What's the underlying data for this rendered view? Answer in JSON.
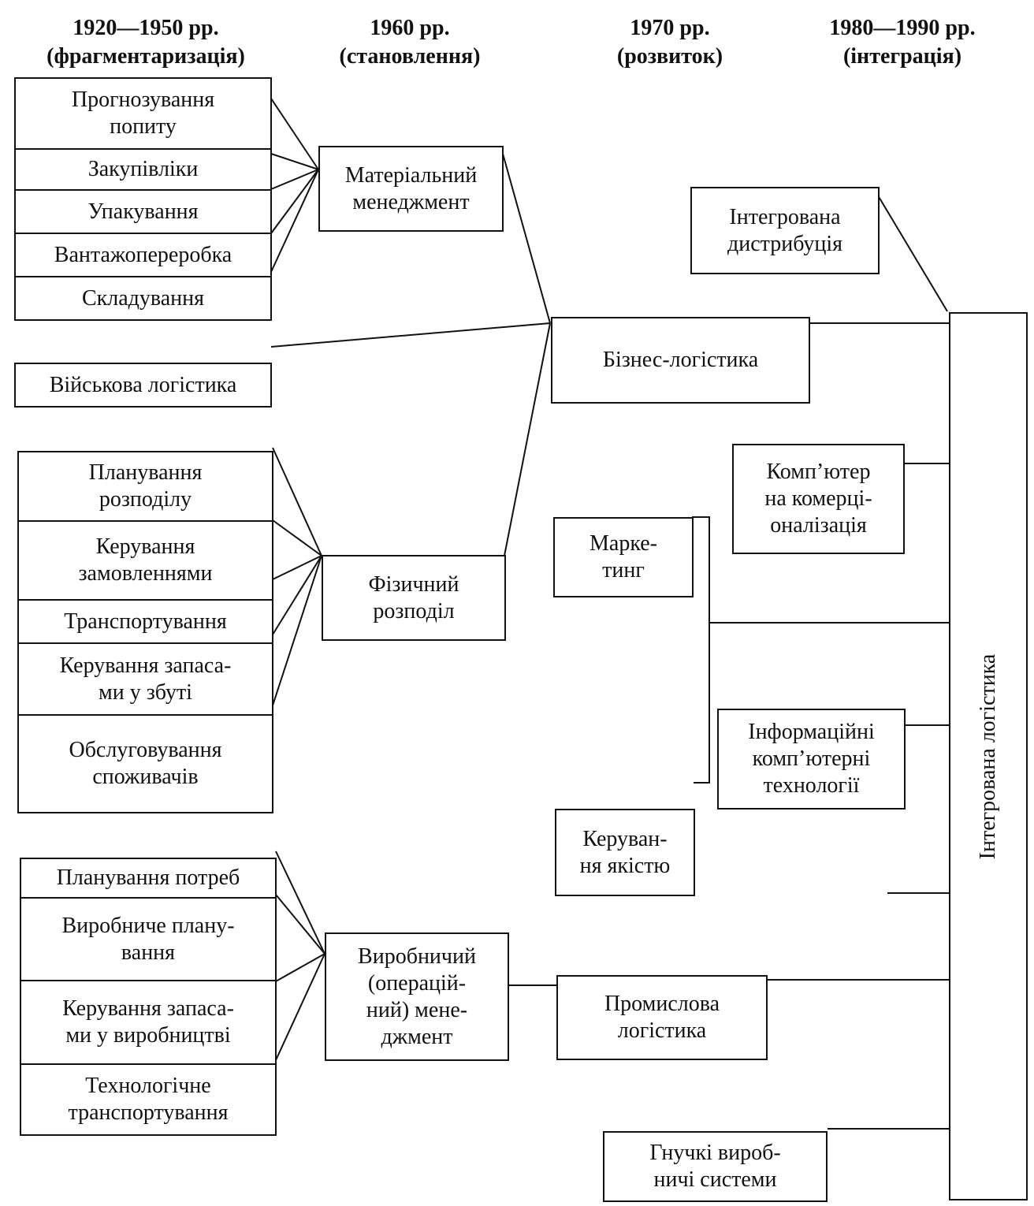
{
  "headers": [
    {
      "period": "1920—1950 рр.",
      "phase": "(фрагментаризація)"
    },
    {
      "period": "1960 рр.",
      "phase": "(становлення)"
    },
    {
      "period": "1970 рр.",
      "phase": "(розвиток)"
    },
    {
      "period": "1980—1990 рр.",
      "phase": "(інтеграція)"
    }
  ],
  "col1": {
    "group1": [
      "Прогнозування\nпопиту",
      "Закупівліки",
      "Упакування",
      "Вантажопереробка",
      "Складування"
    ],
    "military": "Військова логістика",
    "group2": [
      "Планування\nрозподілу",
      "Керування\nзамовленнями",
      "Транспортування",
      "Керування запаса-\nми у збуті",
      "Обслуговування\nспоживачів"
    ],
    "group3": [
      "Планування потреб",
      "Виробниче плану-\nвання",
      "Керування запаса-\nми у виробництві",
      "Технологічне\nтранспортування"
    ]
  },
  "col2": {
    "material": "Матеріальний\nменеджмент",
    "physical": "Фізичний\nрозподіл",
    "production": "Виробничий\n(операцій-\nний) мене-\nджмент"
  },
  "col3": {
    "business": "Бізнес-логістика",
    "marketing": "Марке-\nтинг",
    "quality": "Керуван-\nня якістю",
    "industrial": "Промислова\nлогістика",
    "flexible": "Гнучкі вироб-\nничі системи"
  },
  "col4": {
    "distribution": "Інтегрована\nдистрибуція",
    "computer": "Комп’ютер\nна комерці-\nоналізація",
    "infotech": "Інформаційні\nкомп’ютерні\nтехнології",
    "integrated": "Інтегрована логістика"
  }
}
